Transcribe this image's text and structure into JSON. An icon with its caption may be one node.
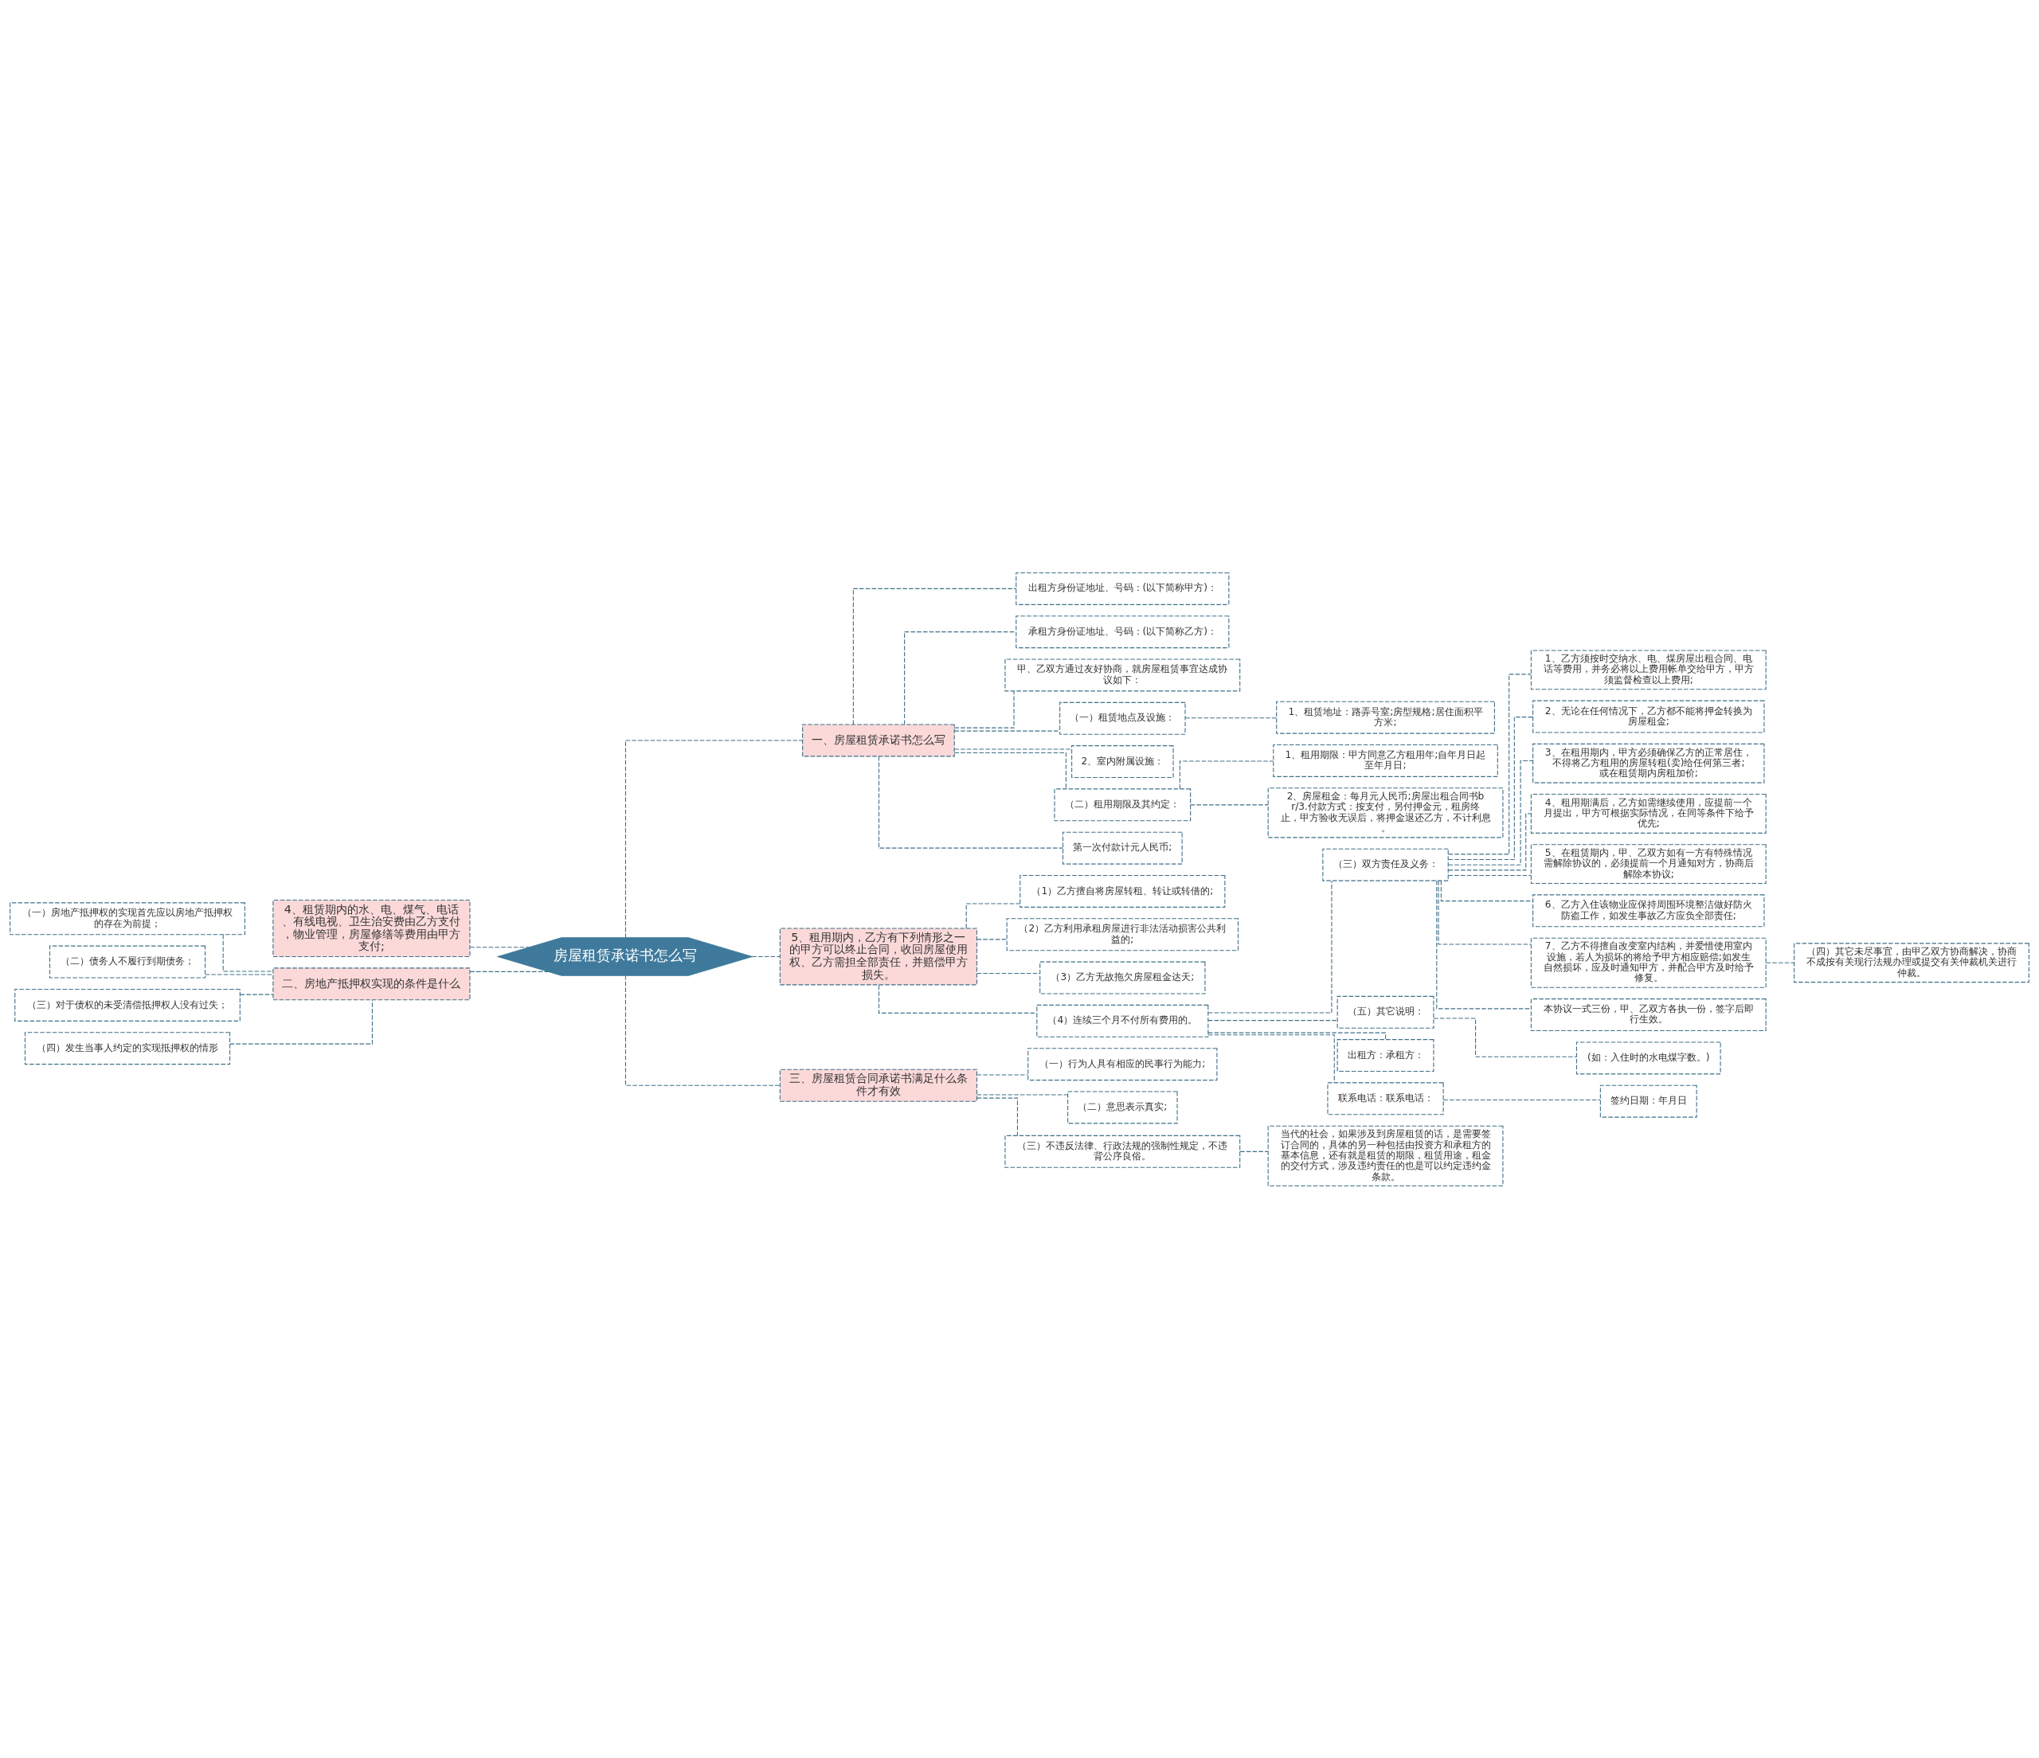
{
  "diagram": {
    "nodes": [
      {
        "text": [
          "房屋租赁承诺书怎么写"
        ]
      },
      {
        "text": [
          "一、房屋租赁承诺书怎么写"
        ]
      },
      {
        "text": [
          "出租方身份证地址、号码：(以下简称甲方)："
        ]
      },
      {
        "text": [
          "承租方身份证地址、号码：(以下简称乙方)："
        ]
      },
      {
        "text": [
          "甲、乙双方通过友好协商，就房屋租赁事宜达成协议如下："
        ]
      },
      {
        "text": [
          "（一）租赁地点及设施："
        ]
      },
      {
        "text": [
          "1、租赁地址：路弄号室;房型规格;居住面积平方米;"
        ]
      },
      {
        "text": [
          "2、室内附属设施："
        ]
      },
      {
        "text": [
          "（二）租用期限及其约定："
        ]
      },
      {
        "text": [
          "1、租用期限：甲方同意乙方租用年;自年月日起至年月日;"
        ]
      },
      {
        "text": [
          "2、房屋租金：每月元人民币;房屋出租合同书br/3.付款方式：按支付，另付押金元，租房终止，甲方验收无误后，将押金退还乙方，不计利息。"
        ]
      },
      {
        "text": [
          "第一次付款计元人民币;"
        ]
      },
      {
        "text": [
          "5、租用期内，乙方有下列情形之一的甲方可以终止合同，收回房屋使用权、乙方需担全部责任，并赔偿甲方损失。"
        ]
      },
      {
        "text": [
          "（1）乙方擅自将房屋转租、转让或转借的;"
        ]
      },
      {
        "text": [
          "（2）乙方利用承租房屋进行非法活动损害公共利益的;"
        ]
      },
      {
        "text": [
          "（3）乙方无故拖欠房屋租金达天;"
        ]
      },
      {
        "text": [
          "（4）连续三个月不付所有费用的。"
        ]
      },
      {
        "text": [
          "（三）双方责任及义务："
        ]
      },
      {
        "text": [
          "1、乙方须按时交纳水、电、煤房屋出租合同、电话等费用，并务必将以上费用帐单交给甲方，甲方须监督检查以上费用;"
        ]
      },
      {
        "text": [
          "2、无论在任何情况下，乙方都不能将押金转换为房屋租金;"
        ]
      },
      {
        "text": [
          "3、在租用期内，甲方必须确保乙方的正常居住，不得将乙方租用的房屋转租(卖)给任何第三者;或在租赁期内房租加价;"
        ]
      },
      {
        "text": [
          "4、租用期满后，乙方如需继续使用，应提前一个月提出，甲方可根据实际情况，在同等条件下给予优先;"
        ]
      },
      {
        "text": [
          "5、在租赁期内，甲、乙双方如有一方有特殊情况需解除协议的，必须提前一个月通知对方，协商后解除本协议;"
        ]
      },
      {
        "text": [
          "6、乙方入住该物业应保持周围环境整洁做好防火防盗工作，如发生事故乙方应负全部责任;"
        ]
      },
      {
        "text": [
          "7、乙方不得擅自改变室内结构，并爱惜使用室内设施，若人为损坏的将给予甲方相应赔偿;如发生自然损坏，应及时通知甲方，并配合甲方及时给予修复。"
        ]
      },
      {
        "text": [
          "（四）其它未尽事宜，由甲乙双方协商解决，协商不成按有关现行法规办理或提交有关仲裁机关进行仲裁。"
        ]
      },
      {
        "text": [
          "本协议一式三份，甲、乙双方各执一份，签字后即行生效。"
        ]
      },
      {
        "text": [
          "（五）其它说明："
        ]
      },
      {
        "text": [
          "(如：入住时的水电煤字数。)"
        ]
      },
      {
        "text": [
          "出租方：承租方："
        ]
      },
      {
        "text": [
          "联系电话：联系电话："
        ]
      },
      {
        "text": [
          "签约日期：年月日"
        ]
      },
      {
        "text": [
          "三、房屋租赁合同承诺书满足什么条件才有效"
        ]
      },
      {
        "text": [
          "（一）行为人具有相应的民事行为能力;"
        ]
      },
      {
        "text": [
          "（二）意思表示真实;"
        ]
      },
      {
        "text": [
          "（三）不违反法律、行政法规的强制性规定，不违背公序良俗。"
        ]
      },
      {
        "text": [
          "当代的社会，如果涉及到房屋租赁的话，是需要签订合同的，具体的另一种包括由投资方和承租方的基本信息，还有就是租赁的期限，租赁用途，租金的交付方式，涉及违约责任的也是可以约定违约金条款。"
        ]
      },
      {
        "text": [
          "4、租赁期内的水、电、煤气、电话、有线电视、卫生治安费由乙方支付，物业管理，房屋修缮等费用由甲方支付;"
        ]
      },
      {
        "text": [
          "二、房地产抵押权实现的条件是什么"
        ]
      },
      {
        "text": [
          "（一）房地产抵押权的实现首先应以房地产抵押权的存在为前提；"
        ]
      },
      {
        "text": [
          "（二）债务人不履行到期债务；"
        ]
      },
      {
        "text": [
          "（三）对于债权的未受清偿抵押权人没有过失；"
        ]
      },
      {
        "text": [
          "（四）发生当事人约定的实现抵押权的情形"
        ]
      }
    ],
    "edges": [
      {
        "from": 0,
        "to": 1,
        "arrow": "none",
        "style": "dashed"
      },
      {
        "from": 1,
        "to": 2,
        "arrow": "none",
        "style": "dashed"
      },
      {
        "from": 1,
        "to": 3,
        "arrow": "none",
        "style": "dashed"
      },
      {
        "from": 1,
        "to": 4,
        "arrow": "none",
        "style": "dashed"
      },
      {
        "from": 1,
        "to": 5,
        "arrow": "none",
        "style": "dashed"
      },
      {
        "from": 5,
        "to": 6,
        "arrow": "none",
        "style": "dashed"
      },
      {
        "from": 1,
        "to": 7,
        "arrow": "none",
        "style": "dashed"
      },
      {
        "from": 1,
        "to": 8,
        "arrow": "none",
        "style": "dashed"
      },
      {
        "from": 8,
        "to": 9,
        "arrow": "none",
        "style": "dashed"
      },
      {
        "from": 8,
        "to": 10,
        "arrow": "none",
        "style": "dashed"
      },
      {
        "from": 1,
        "to": 11,
        "arrow": "none",
        "style": "dashed"
      },
      {
        "from": 0,
        "to": 12,
        "arrow": "none",
        "style": "dashed"
      },
      {
        "from": 12,
        "to": 13,
        "arrow": "none",
        "style": "dashed"
      },
      {
        "from": 12,
        "to": 14,
        "arrow": "none",
        "style": "dashed"
      },
      {
        "from": 12,
        "to": 15,
        "arrow": "none",
        "style": "dashed"
      },
      {
        "from": 12,
        "to": 16,
        "arrow": "none",
        "style": "dashed"
      },
      {
        "from": 16,
        "to": 17,
        "arrow": "none",
        "style": "dashed"
      },
      {
        "from": 17,
        "to": 18,
        "arrow": "none",
        "style": "dashed"
      },
      {
        "from": 17,
        "to": 19,
        "arrow": "none",
        "style": "dashed"
      },
      {
        "from": 17,
        "to": 20,
        "arrow": "none",
        "style": "dashed"
      },
      {
        "from": 17,
        "to": 21,
        "arrow": "none",
        "style": "dashed"
      },
      {
        "from": 17,
        "to": 22,
        "arrow": "none",
        "style": "dashed"
      },
      {
        "from": 17,
        "to": 23,
        "arrow": "none",
        "style": "dashed"
      },
      {
        "from": 17,
        "to": 24,
        "arrow": "none",
        "style": "dashed"
      },
      {
        "from": 24,
        "to": 25,
        "arrow": "none",
        "style": "dashed"
      },
      {
        "from": 17,
        "to": 26,
        "arrow": "none",
        "style": "dashed"
      },
      {
        "from": 16,
        "to": 27,
        "arrow": "none",
        "style": "dashed"
      },
      {
        "from": 27,
        "to": 28,
        "arrow": "none",
        "style": "dashed"
      },
      {
        "from": 16,
        "to": 29,
        "arrow": "none",
        "style": "dashed"
      },
      {
        "from": 16,
        "to": 30,
        "arrow": "none",
        "style": "dashed"
      },
      {
        "from": 30,
        "to": 31,
        "arrow": "none",
        "style": "dashed"
      },
      {
        "from": 0,
        "to": 32,
        "arrow": "none",
        "style": "dashed"
      },
      {
        "from": 32,
        "to": 33,
        "arrow": "none",
        "style": "dashed"
      },
      {
        "from": 32,
        "to": 34,
        "arrow": "none",
        "style": "dashed"
      },
      {
        "from": 32,
        "to": 35,
        "arrow": "none",
        "style": "dashed"
      },
      {
        "from": 35,
        "to": 36,
        "arrow": "none",
        "style": "dashed"
      },
      {
        "from": 0,
        "to": 37,
        "arrow": "none",
        "style": "dashed"
      },
      {
        "from": 0,
        "to": 38,
        "arrow": "none",
        "style": "dashed"
      },
      {
        "from": 38,
        "to": 39,
        "arrow": "none",
        "style": "dashed"
      },
      {
        "from": 38,
        "to": 40,
        "arrow": "none",
        "style": "dashed"
      },
      {
        "from": 38,
        "to": 41,
        "arrow": "none",
        "style": "dashed"
      },
      {
        "from": 38,
        "to": 42,
        "arrow": "none",
        "style": "dashed"
      }
    ]
  }
}
